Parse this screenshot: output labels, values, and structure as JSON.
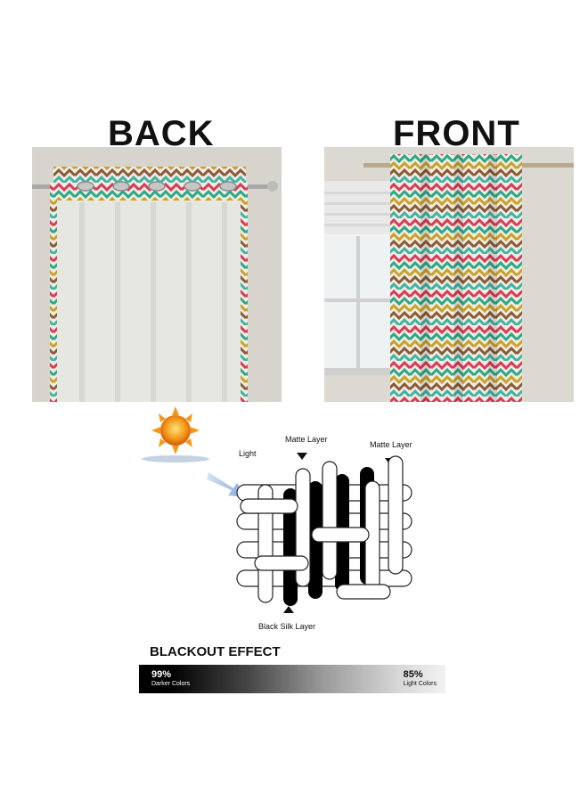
{
  "panels": {
    "back_title": "BACK",
    "front_title": "FRONT"
  },
  "diagram": {
    "light_label": "Light",
    "matte_layer_left": "Matte Layer",
    "matte_layer_right": "Matte Layer",
    "black_silk_layer": "Black Silk Layer"
  },
  "blackout": {
    "title": "BLACKOUT EFFECT",
    "left_percent": "99%",
    "left_caption": "Darker Colors",
    "right_percent": "85%",
    "right_caption": "Light Colors"
  },
  "colors": {
    "zigzag": [
      "#d83a5a",
      "#2aa889",
      "#c8a12c",
      "#8a5a3a",
      "#3fb3a6"
    ],
    "curtain_back": "#e7e7e2",
    "wall": "#d9d6cf"
  }
}
